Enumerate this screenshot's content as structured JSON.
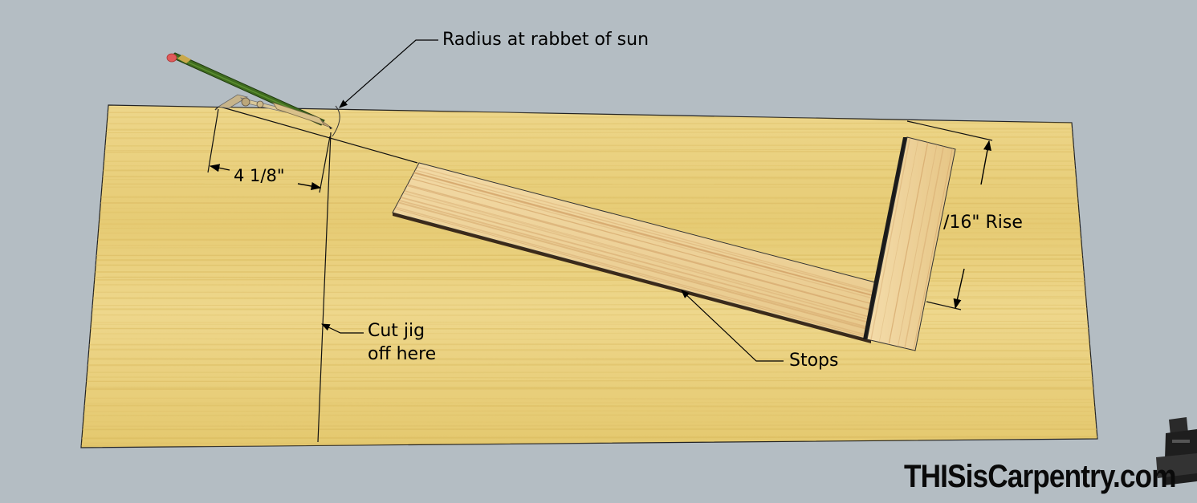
{
  "annotations": {
    "radius": "Radius at rabbet of sun",
    "dimension": "4 1/8\"",
    "cut_line_1": "Cut jig",
    "cut_line_2": "off here",
    "stops": "Stops",
    "rise": "/16\" Rise"
  },
  "watermark": "THISisCarpentry.com",
  "colors": {
    "background": "#b4bdc3",
    "board": "#e8cf7e",
    "board_grain": "#d9b95e",
    "stop_wood": "#efd39a",
    "stop_grain": "#d4a56a",
    "pencil": "#3f6b1f",
    "eraser": "#e05a5a",
    "ink": "#000000"
  },
  "icons": [
    "pencil-icon",
    "compass-hinge-icon",
    "carpentry-tool-icon"
  ]
}
